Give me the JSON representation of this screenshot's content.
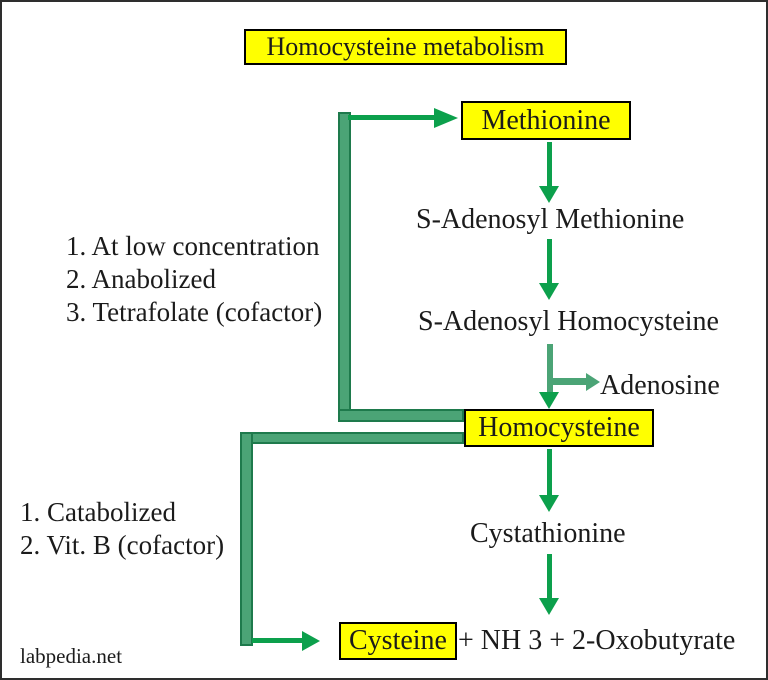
{
  "title": "Homocysteine metabolism",
  "watermark": "labpedia.net",
  "colors": {
    "highlight": "#ffff00",
    "arrow_green": "#0ca04c",
    "bar_fill": "#4ba476",
    "bar_edge": "#1e7a4c",
    "ink": "#1b1b1b",
    "box_border": "#000000"
  },
  "nodes": {
    "methionine": "Methionine",
    "s_adenosyl_methionine": "S-Adenosyl Methionine",
    "s_adenosyl_homocysteine": "S-Adenosyl Homocysteine",
    "adenosine": "Adenosine",
    "homocysteine": "Homocysteine",
    "cystathionine": "Cystathionine",
    "cysteine": "Cysteine",
    "byproducts": "+ NH 3 + 2-Oxobutyrate"
  },
  "notes": {
    "anabolic": [
      "1. At low concentration",
      "2. Anabolized",
      "3. Tetrafolate (cofactor)"
    ],
    "catabolic": [
      "1. Catabolized",
      "2. Vit. B (cofactor)"
    ]
  }
}
